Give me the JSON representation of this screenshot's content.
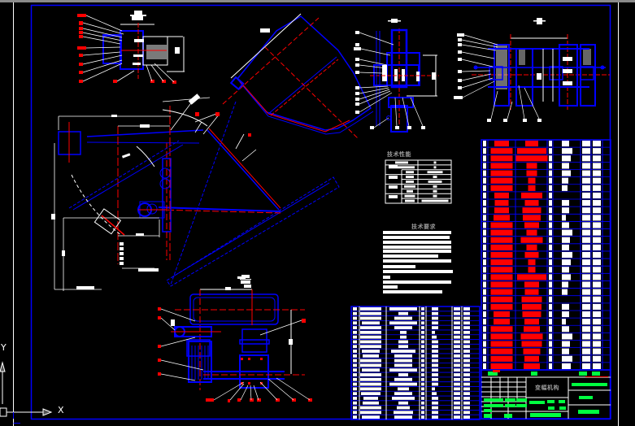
{
  "app": {
    "type": "CAD model space drawing viewer"
  },
  "drawing": {
    "title_block": {
      "name": "变幅机构"
    },
    "tech_performance_table": {
      "title": "技术性能",
      "rows": 9
    },
    "tech_requirements": {
      "title": "技术要求",
      "lines": 13
    },
    "parts_list_left": {
      "rows": 24
    },
    "parts_list_right": {
      "rows": 31
    }
  },
  "ucs": {
    "x_label": "X",
    "y_label": "Y"
  },
  "colors": {
    "background": "#000000",
    "border": "#0000ff",
    "geometry": "#0000ff",
    "centerline": "#ff0000",
    "dimension": "#ffffff",
    "balloon": "#ff0000",
    "titleblock_fill": "#00ff40"
  }
}
